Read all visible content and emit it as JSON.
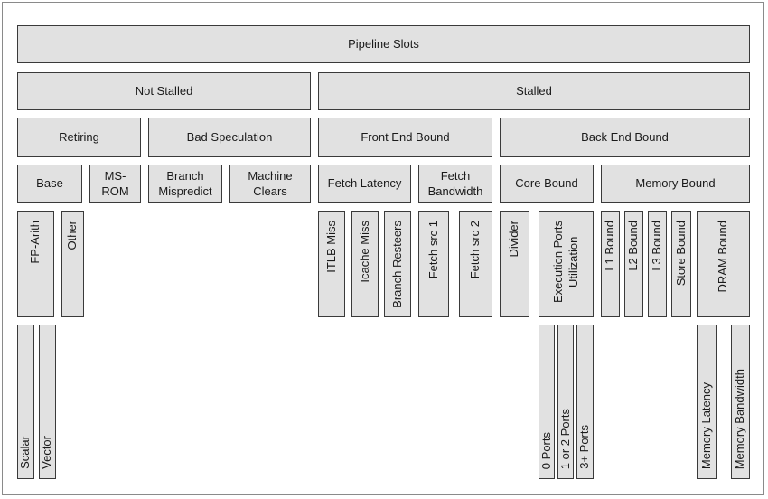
{
  "diagram": {
    "nodes": [
      {
        "id": "pipeline-slots",
        "label": "Pipeline Slots",
        "orient": "h"
      },
      {
        "id": "not-stalled",
        "label": "Not Stalled",
        "orient": "h"
      },
      {
        "id": "stalled",
        "label": "Stalled",
        "orient": "h"
      },
      {
        "id": "retiring",
        "label": "Retiring",
        "orient": "h"
      },
      {
        "id": "bad-speculation",
        "label": "Bad Speculation",
        "orient": "h"
      },
      {
        "id": "front-end-bound",
        "label": "Front End Bound",
        "orient": "h"
      },
      {
        "id": "back-end-bound",
        "label": "Back End Bound",
        "orient": "h"
      },
      {
        "id": "base",
        "label": "Base",
        "orient": "h"
      },
      {
        "id": "ms-rom",
        "label": "MS-\nROM",
        "orient": "h"
      },
      {
        "id": "branch-mispredict",
        "label": "Branch\nMispredict",
        "orient": "h"
      },
      {
        "id": "machine-clears",
        "label": "Machine\nClears",
        "orient": "h"
      },
      {
        "id": "fetch-latency",
        "label": "Fetch Latency",
        "orient": "h"
      },
      {
        "id": "fetch-bandwidth",
        "label": "Fetch\nBandwidth",
        "orient": "h"
      },
      {
        "id": "core-bound",
        "label": "Core Bound",
        "orient": "h"
      },
      {
        "id": "memory-bound",
        "label": "Memory Bound",
        "orient": "h"
      },
      {
        "id": "fp-arith",
        "label": "FP-Arith",
        "orient": "v"
      },
      {
        "id": "other",
        "label": "Other",
        "orient": "v"
      },
      {
        "id": "itlb-miss",
        "label": "ITLB Miss",
        "orient": "v"
      },
      {
        "id": "icache-miss",
        "label": "Icache Miss",
        "orient": "v"
      },
      {
        "id": "branch-resteers",
        "label": "Branch Resteers",
        "orient": "v"
      },
      {
        "id": "fetch-src-1",
        "label": "Fetch src 1",
        "orient": "v"
      },
      {
        "id": "fetch-src-2",
        "label": "Fetch src 2",
        "orient": "v"
      },
      {
        "id": "divider",
        "label": "Divider",
        "orient": "v"
      },
      {
        "id": "execution-ports-utilization",
        "label": "Execution Ports\nUtilization",
        "orient": "v"
      },
      {
        "id": "l1-bound",
        "label": "L1 Bound",
        "orient": "v"
      },
      {
        "id": "l2-bound",
        "label": "L2 Bound",
        "orient": "v"
      },
      {
        "id": "l3-bound",
        "label": "L3 Bound",
        "orient": "v"
      },
      {
        "id": "store-bound",
        "label": "Store Bound",
        "orient": "v"
      },
      {
        "id": "dram-bound",
        "label": "DRAM Bound",
        "orient": "v"
      },
      {
        "id": "scalar",
        "label": "Scalar",
        "orient": "v"
      },
      {
        "id": "vector",
        "label": "Vector",
        "orient": "v"
      },
      {
        "id": "0-ports",
        "label": "0 Ports",
        "orient": "v"
      },
      {
        "id": "1-or-2-ports",
        "label": "1 or 2 Ports",
        "orient": "v"
      },
      {
        "id": "3plus-ports",
        "label": "3+ Ports",
        "orient": "v"
      },
      {
        "id": "memory-latency",
        "label": "Memory Latency",
        "orient": "v"
      },
      {
        "id": "memory-bandwidth",
        "label": "Memory Bandwidth",
        "orient": "v"
      }
    ]
  }
}
